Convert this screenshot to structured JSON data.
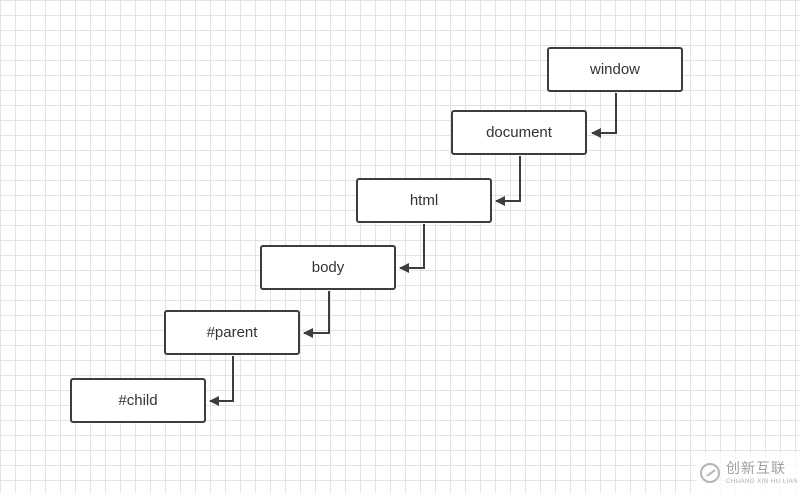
{
  "nodes": [
    "window",
    "document",
    "html",
    "body",
    "#parent",
    "#child"
  ],
  "watermark": {
    "name": "创新互联",
    "romanized": "CHUANG XIN HU LIAN"
  }
}
